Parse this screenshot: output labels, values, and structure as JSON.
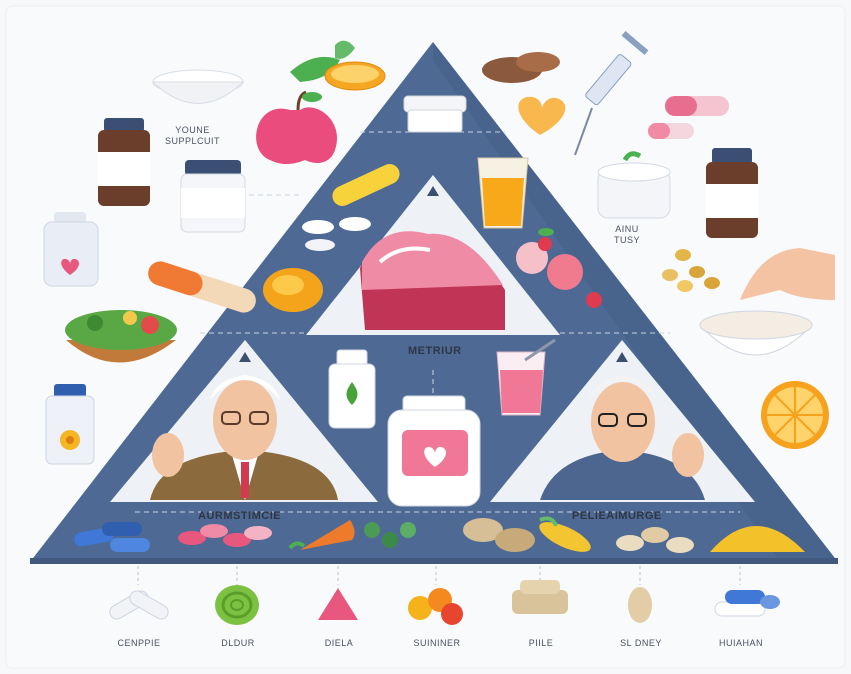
{
  "labels": {
    "supplement_note": "YOUNE\nSUPPLCUIT",
    "side_note": "AINU\nTUSY",
    "top_section": "METRIUR",
    "left_section": "AURMSTIMCIE",
    "right_section": "PELIEAIMURGE"
  },
  "bottom_labels": [
    "CENPPIE",
    "DLDUR",
    "DIELA",
    "SUININER",
    "PIILE",
    "SL DNEY",
    "HUIAHAN"
  ],
  "colors": {
    "pyramid": "#4e6a94",
    "pyramid_dark": "#41597f",
    "inner_panel": "#eef2f7",
    "accent_pink": "#e8577e",
    "accent_orange": "#f39a2b",
    "pill_blue": "#3f78d6"
  },
  "icons": [
    "bowl-icon",
    "orange-slice-icon",
    "apple-icon",
    "cookie-icon",
    "syringe-icon",
    "heart-icon",
    "capsule-icon",
    "supplement-jar-icon",
    "meat-steak-icon",
    "juice-glass-icon",
    "salad-bowl-icon",
    "mango-icon",
    "elderly-man-icon",
    "pill-pile-icon",
    "corn-icon",
    "nuts-icon",
    "hand-feeding-icon",
    "rice-bowl-icon",
    "pink-triangle-icon"
  ]
}
